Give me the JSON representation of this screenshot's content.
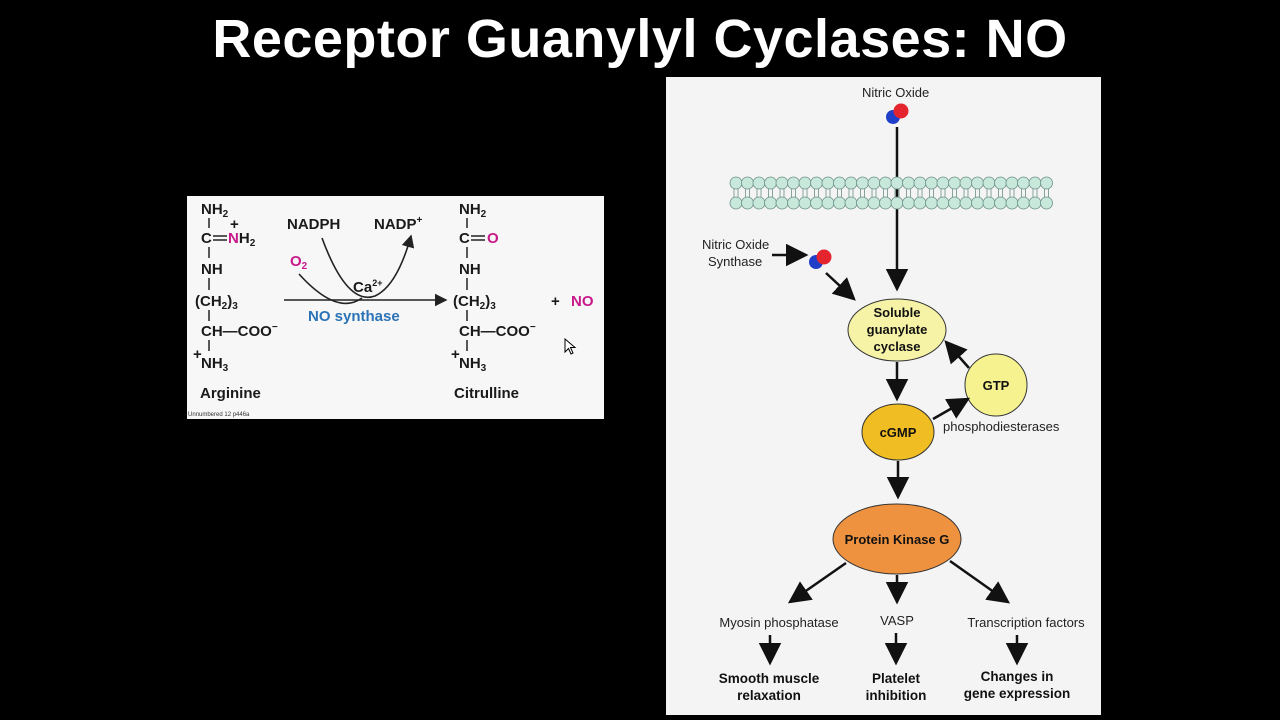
{
  "slide": {
    "title": "Receptor Guanylyl Cyclases: NO"
  },
  "reaction": {
    "arginine": {
      "nh2": "NH",
      "nh2_sub": "2",
      "c": "C",
      "nh2_plus_n": "N",
      "nh2_plus_h": "H",
      "nh2_plus_sub": "2",
      "plus": "+",
      "nh": "NH",
      "ch2": "(CH",
      "ch2_sub": "2",
      "ch2_close": ")",
      "ch2_n": "3",
      "ch_coo": "CH—COO",
      "minus": "−",
      "nh3": "NH",
      "nh3_sub": "3",
      "nh3_plus": "+",
      "name": "Arginine"
    },
    "citrulline": {
      "nh2": "NH",
      "nh2_sub": "2",
      "c_o_c": "C",
      "c_o_eq": "═",
      "c_o_o": "O",
      "nh": "NH",
      "ch2": "(CH",
      "ch2_sub": "2",
      "ch2_close": ")",
      "ch2_n": "3",
      "ch_coo": "CH—COO",
      "minus": "−",
      "nh3": "NH",
      "nh3_sub": "3",
      "nh3_plus": "+",
      "name": "Citrulline"
    },
    "nadph": "NADPH",
    "nadp": "NADP",
    "nadp_sup": "+",
    "o2": "O",
    "o2_sub": "2",
    "ca": "Ca",
    "ca_sup": "2+",
    "enzyme": "NO synthase",
    "plus_sign": "+",
    "no_product": "NO",
    "caption": "Unnumbered 12 p446a"
  },
  "pathway": {
    "nitric_oxide": "Nitric Oxide",
    "nos_line1": "Nitric Oxide",
    "nos_line2": "Synthase",
    "sgc_line1": "Soluble",
    "sgc_line2": "guanylate",
    "sgc_line3": "cyclase",
    "gtp": "GTP",
    "cgmp": "cGMP",
    "pde": "phosphodiesterases",
    "pkg": "Protein Kinase G",
    "targets": [
      {
        "name": "Myosin phosphatase",
        "effect_line1": "Smooth muscle",
        "effect_line2": "relaxation"
      },
      {
        "name": "VASP",
        "effect_line1": "Platelet",
        "effect_line2": "inhibition"
      },
      {
        "name": "Transcription factors",
        "effect_line1": "Changes in",
        "effect_line2": "gene expression"
      }
    ],
    "colors": {
      "sgc_fill": "#f6f3a6",
      "gtp_fill": "#f6f290",
      "cgmp_fill": "#f0bd22",
      "pkg_fill": "#ef9240",
      "membrane_head": "#c9e8dc",
      "no_red": "#e4252e",
      "no_blue": "#1f3fc8"
    }
  }
}
